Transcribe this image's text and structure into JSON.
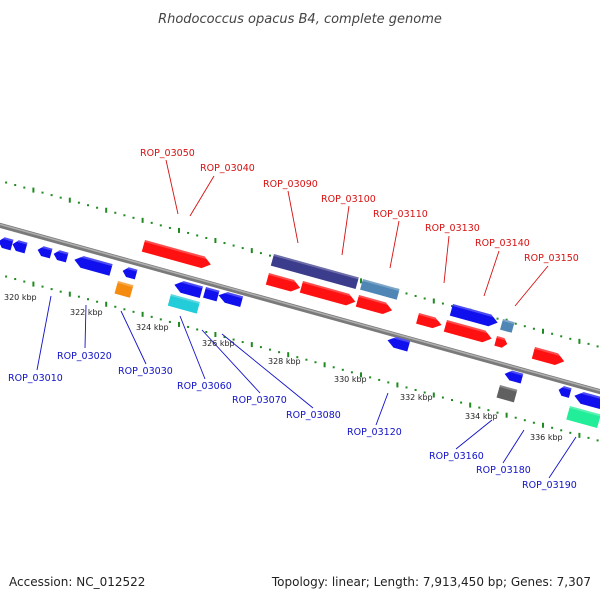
{
  "title": "Rhodococcus opacus B4, complete genome",
  "footer": {
    "accession": "Accession: NC_012522",
    "summary": "Topology: linear; Length: 7,913,450 bp; Genes: 7,307"
  },
  "colors": {
    "backbone": "#8a8a8a",
    "tick_dots": "#1f8a1f",
    "forward_label": "#d61111",
    "reverse_label": "#1111c8"
  },
  "scale_labels": [
    "320 kbp",
    "322 kbp",
    "324 kbp",
    "326 kbp",
    "328 kbp",
    "330 kbp",
    "332 kbp",
    "334 kbp",
    "336 kbp"
  ],
  "forward_labels": [
    "ROP_03050",
    "ROP_03040",
    "ROP_03090",
    "ROP_03100",
    "ROP_03110",
    "ROP_03130",
    "ROP_03140",
    "ROP_03150"
  ],
  "reverse_labels": [
    "ROP_03010",
    "ROP_03020",
    "ROP_03030",
    "ROP_03060",
    "ROP_03070",
    "ROP_03080",
    "ROP_03120",
    "ROP_03160",
    "ROP_03180",
    "ROP_03190"
  ],
  "feature_colors": {
    "red": "#ff1111",
    "blue": "#1010ee",
    "navy": "#3c3c8c",
    "steel": "#4f86b5",
    "orange": "#f58c10",
    "cyan": "#22ccd8",
    "gray": "#606060",
    "mint": "#22ee99"
  }
}
